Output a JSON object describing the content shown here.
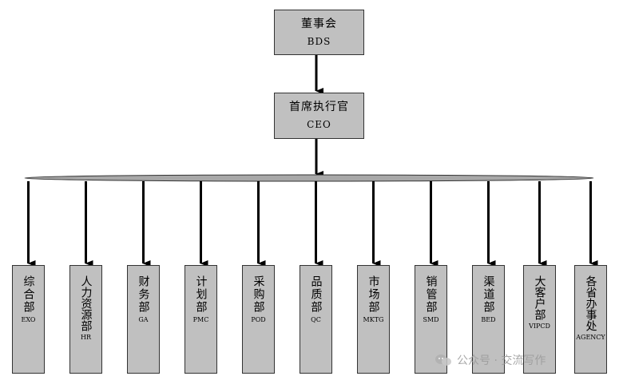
{
  "board": {
    "cn": "董事会",
    "en": "BDS"
  },
  "ceo": {
    "cn": "首席执行官",
    "en": "CEO"
  },
  "departments": [
    {
      "cn": "综合部",
      "en": "EXO"
    },
    {
      "cn": "人力资源部",
      "en": "HR"
    },
    {
      "cn": "财务部",
      "en": "GA"
    },
    {
      "cn": "计划部",
      "en": "PMC"
    },
    {
      "cn": "采购部",
      "en": "POD"
    },
    {
      "cn": "品质部",
      "en": "QC"
    },
    {
      "cn": "市场部",
      "en": "MKTG"
    },
    {
      "cn": "销管部",
      "en": "SMD"
    },
    {
      "cn": "渠道部",
      "en": "BED"
    },
    {
      "cn": "大客户部",
      "en": "VIPCD"
    },
    {
      "cn": "各省办事处",
      "en": "AGENCY"
    }
  ],
  "watermark": {
    "text": "公众号 · 交流写作"
  },
  "colors": {
    "box_fill": "#c0c0c0",
    "box_border": "#333333",
    "arrow": "#000000",
    "bar": "#a8a8a8"
  }
}
